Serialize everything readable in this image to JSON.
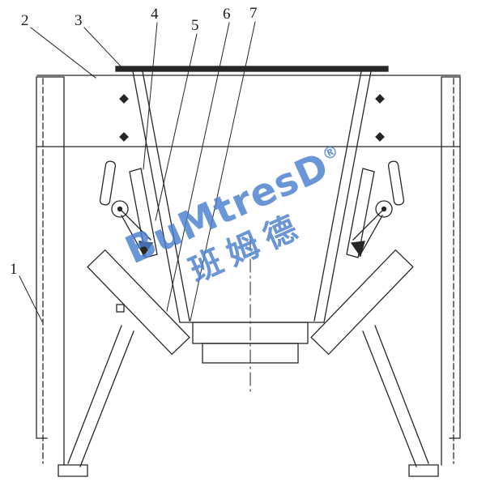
{
  "callouts": [
    {
      "label": "1"
    },
    {
      "label": "2"
    },
    {
      "label": "3"
    },
    {
      "label": "4"
    },
    {
      "label": "5"
    },
    {
      "label": "6"
    },
    {
      "label": "7"
    }
  ],
  "watermark": {
    "brand": "BuMtresD",
    "registered": "®",
    "chinese": "班姆德",
    "color": "#4a80d0"
  },
  "colors": {
    "line": "#262626",
    "background": "#ffffff"
  }
}
